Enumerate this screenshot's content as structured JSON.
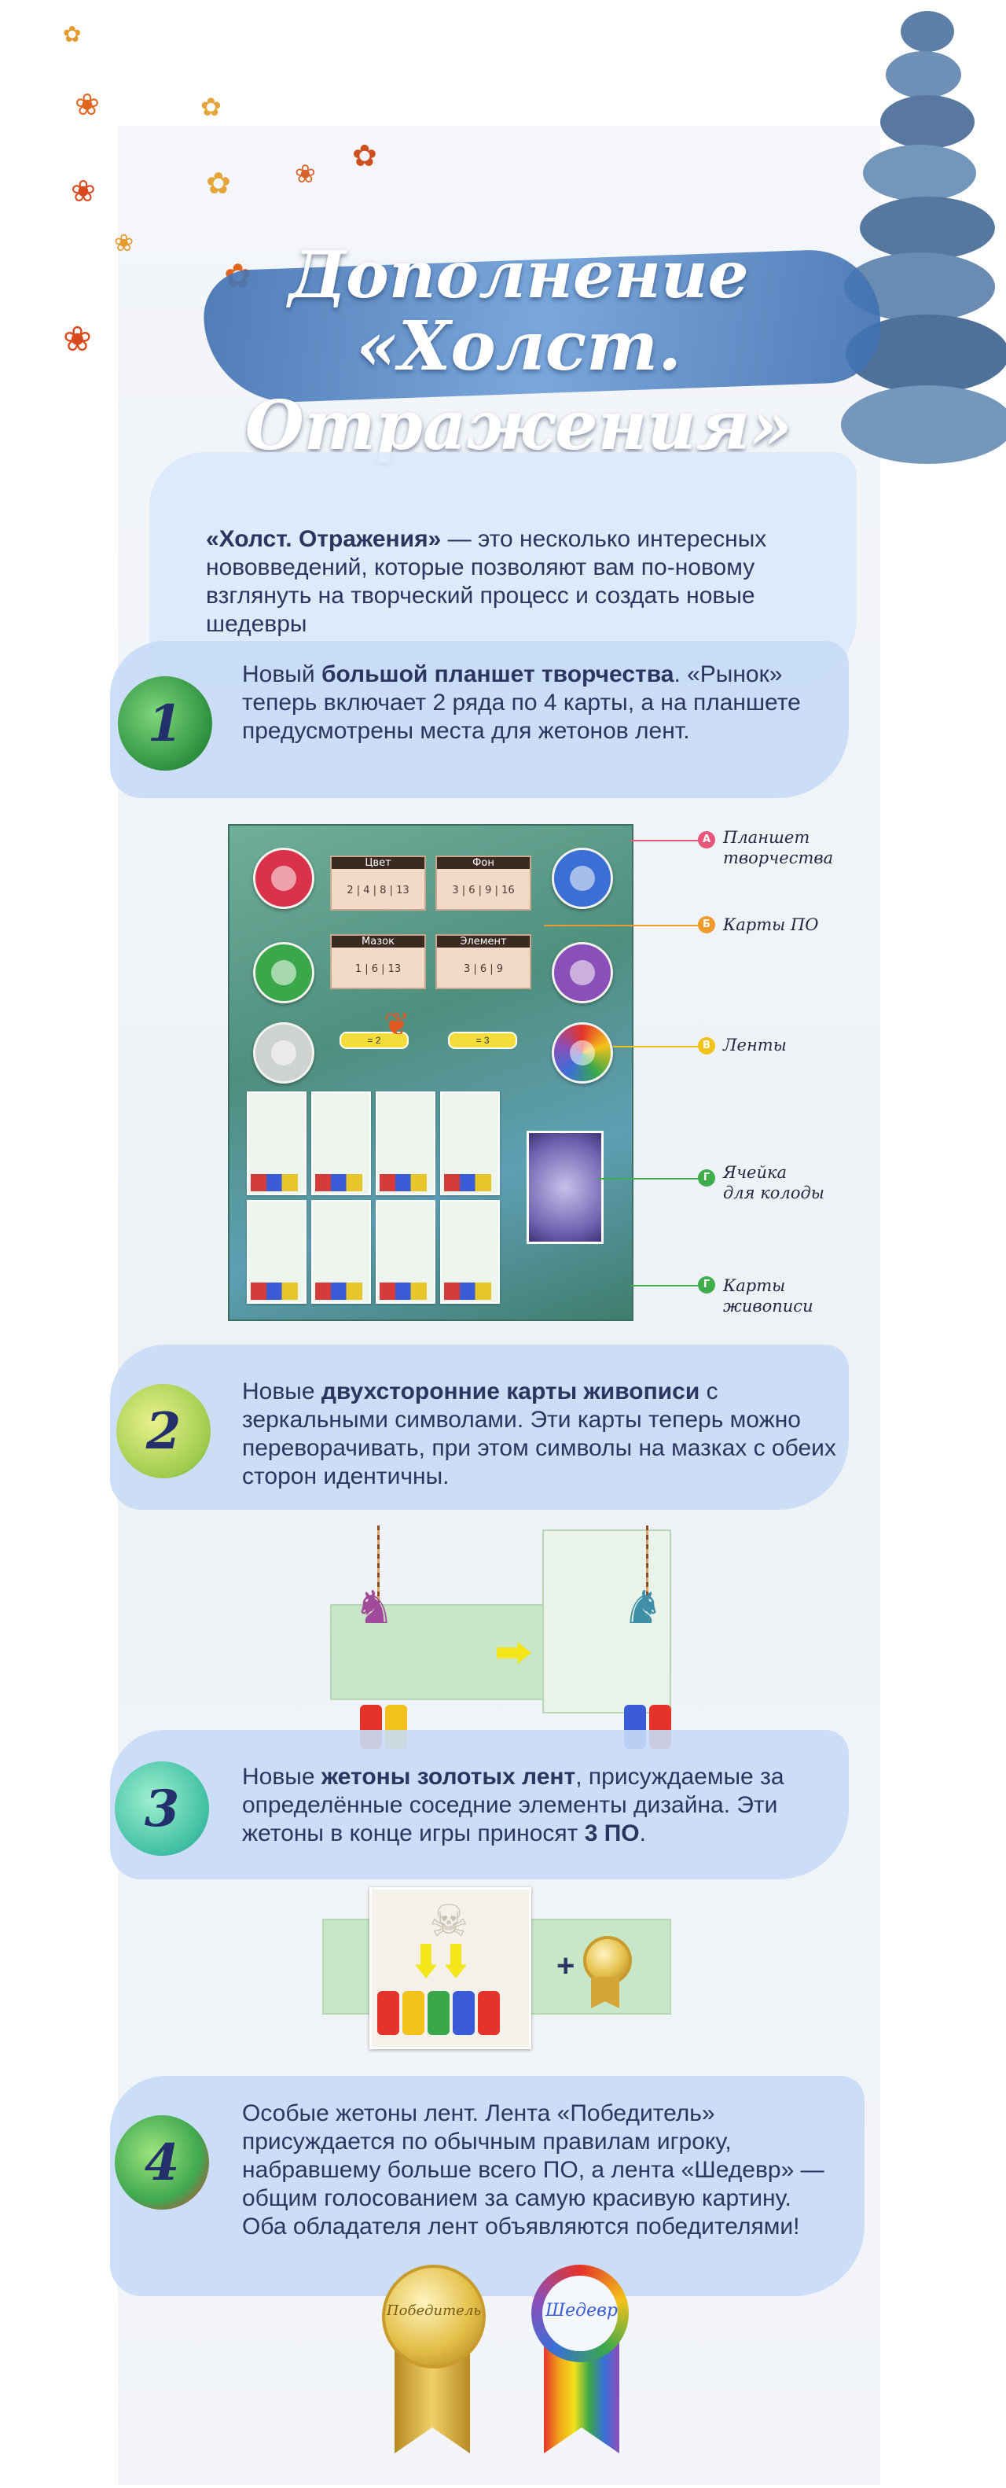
{
  "title": {
    "line1": "Дополнение",
    "line2": "«Холст. Отражения»"
  },
  "intro": {
    "bold": "«Холст. Отражения»",
    "rest": " — это несколько интересных нововведений, которые позволяют вам по-новому взглянуть на творческий процесс и создать новые шедевры"
  },
  "sections": [
    {
      "number": "1",
      "pre": "Новый ",
      "bold": "большой планшет творчества",
      "post": ". «Рынок» теперь включает 2 ряда по 4 карты, а на планшете предусмотрены места для жетонов лент."
    },
    {
      "number": "2",
      "pre": "Новые ",
      "bold": "двухсторонние карты живописи",
      "post": " с зеркальными символами. Эти карты теперь можно переворачивать, при этом символы на мазках с обеих сторон идентичны."
    },
    {
      "number": "3",
      "pre": "Новые ",
      "bold": "жетоны золотых лент",
      "post": ", присуждаемые за определённые соседние элементы дизайна. Эти жетоны в конце игры приносят ",
      "bold2": "3 ПО",
      "post2": "."
    },
    {
      "number": "4",
      "pre": "Особые жетоны лент. Лента «Победитель» присуждается по обычным правилам игроку, набравшему больше всего ПО, а лента «Шедевр» — общим голосованием за самую красивую картину. Оба обладателя лент объявляются победителями!",
      "bold": "",
      "post": ""
    }
  ],
  "callouts": [
    {
      "letter": "А",
      "label1": "Планшет",
      "label2": "творчества",
      "color": "#e8557a"
    },
    {
      "letter": "Б",
      "label1": "Карты ПО",
      "label2": "",
      "color": "#f09a2a"
    },
    {
      "letter": "В",
      "label1": "Ленты",
      "label2": "",
      "color": "#f2c21a"
    },
    {
      "letter": "Г",
      "label1": "Ячейка",
      "label2": "для колоды",
      "color": "#3fae4a"
    },
    {
      "letter": "Г",
      "label1": "Карты",
      "label2": "живописи",
      "color": "#3fae4a"
    }
  ],
  "board": {
    "vp_cards": [
      {
        "title": "Цвет",
        "nums": "2 | 4 | 8 | 13"
      },
      {
        "title": "Фон",
        "nums": "3 | 6 | 9 | 16"
      },
      {
        "title": "Мазок",
        "nums": "1 | 6 | 13"
      },
      {
        "title": "Элемент",
        "nums": "3 | 6 | 9"
      }
    ],
    "ribbon_left": "= 2",
    "ribbon_right": "= 3"
  },
  "medals": {
    "winner": "Победитель",
    "masterpiece": "Шедевр"
  },
  "colors": {
    "brush": "#c8dcf6",
    "title_blue": "#3f6fb0",
    "text": "#2b3560",
    "gold": "#e4c04a"
  }
}
